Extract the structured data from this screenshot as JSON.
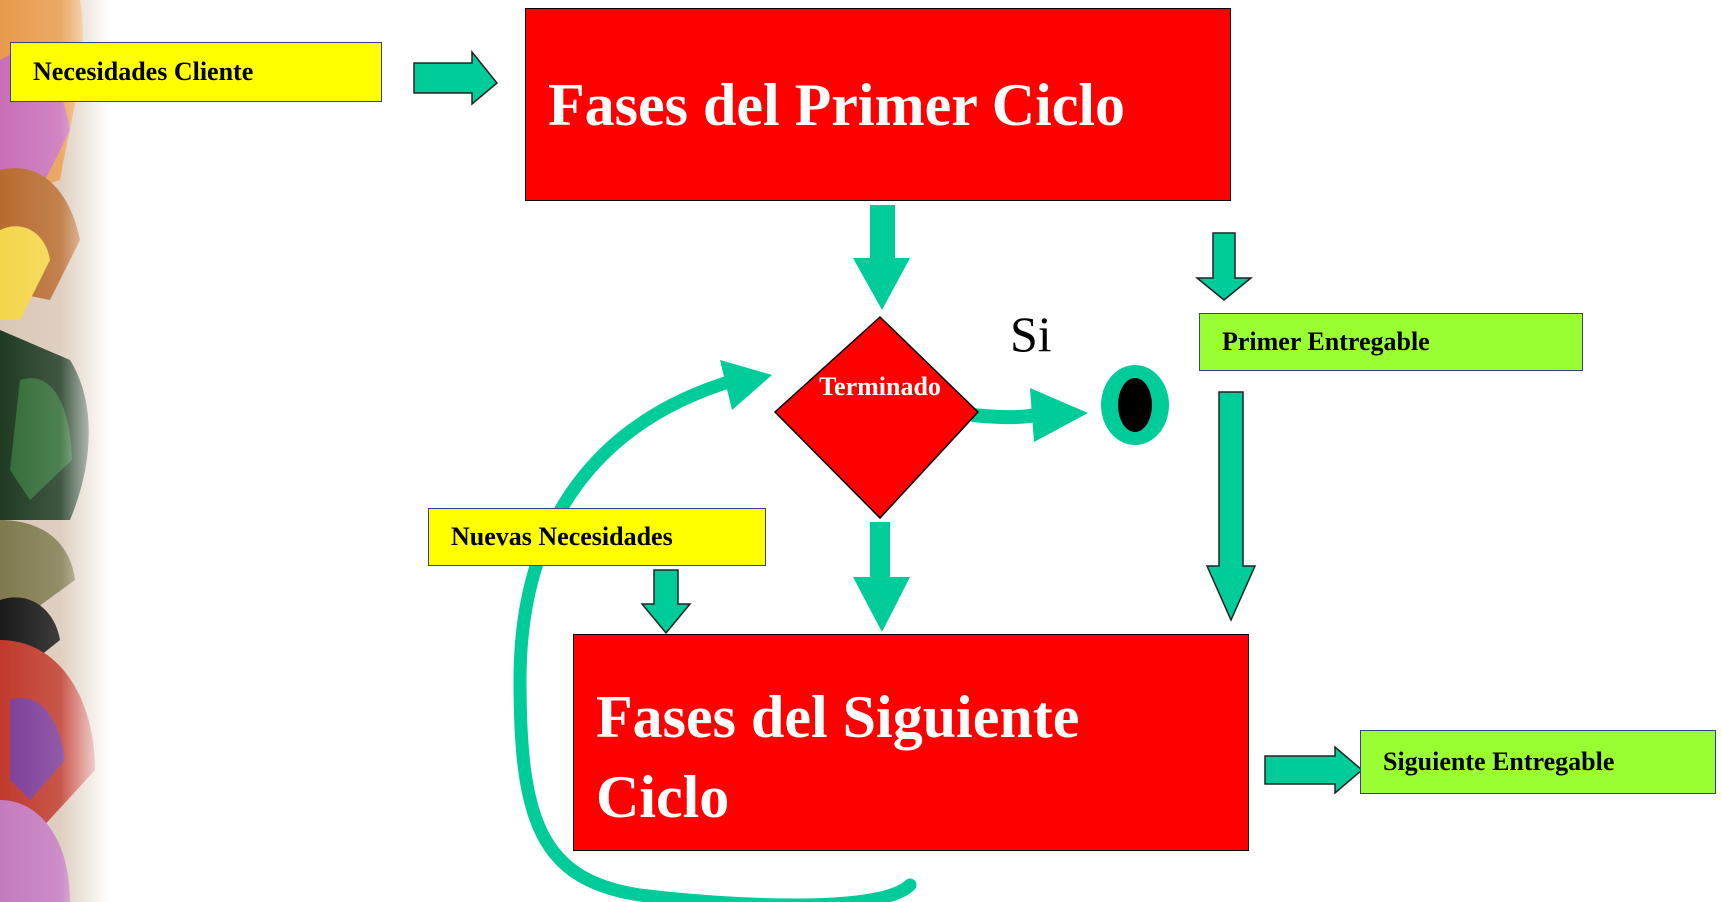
{
  "diagram": {
    "input_label": "Necesidades Cliente",
    "first_cycle_box": "Fases del Primer Ciclo",
    "decision_label": "Terminado",
    "yes_label": "Si",
    "first_deliverable": "Primer Entregable",
    "new_needs_label": "Nuevas Necesidades",
    "next_cycle_box_line1": "Fases del Siguiente",
    "next_cycle_box_line2": "Ciclo",
    "next_deliverable": "Siguiente Entregable"
  },
  "colors": {
    "process_box": "#ff0000",
    "input_label_fill": "#ffff00",
    "output_label_fill": "#99ff33",
    "arrow_fill": "#00cc99",
    "terminal_ring": "#00cc99",
    "terminal_dot": "#000000"
  },
  "icons": {
    "end_terminal": "terminal-circle-icon",
    "flow_arrow": "block-arrow-icon"
  }
}
